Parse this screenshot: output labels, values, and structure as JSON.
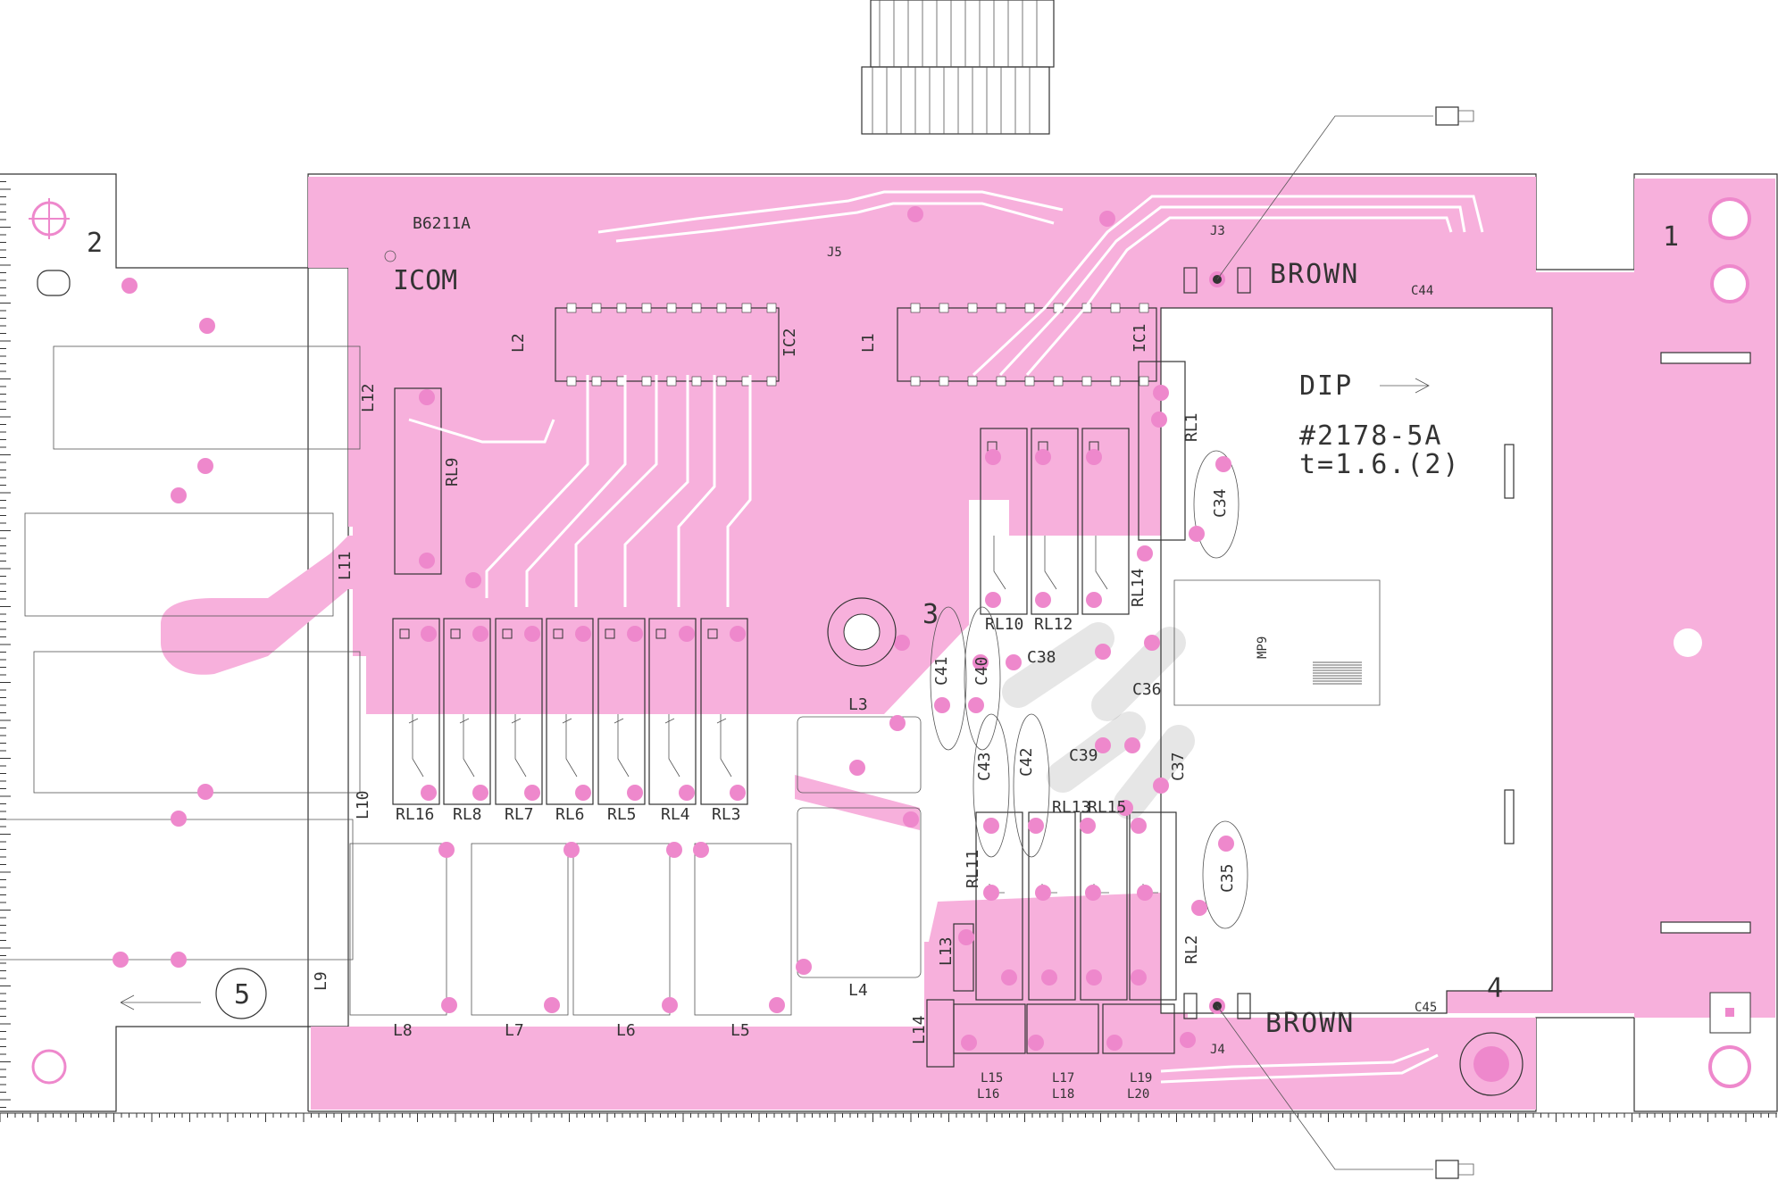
{
  "board": {
    "code": "B6211A",
    "brand": "ICOM",
    "dip_label": "DIP",
    "part_no": "#2178-5A",
    "thickness": "t=1.6.(2)",
    "colors": {
      "copper": "#f7b0dc",
      "pad": "#ee88cc",
      "outline": "#333333",
      "background": "#ffffff"
    }
  },
  "mounting_holes": [
    "1",
    "2",
    "3",
    "4",
    "5"
  ],
  "connectors": [
    {
      "ref": "J3",
      "wire_color": "BROWN"
    },
    {
      "ref": "J4",
      "wire_color": "BROWN"
    },
    {
      "ref": "J5"
    }
  ],
  "ics": [
    "IC1",
    "IC2"
  ],
  "relays": [
    "RL1",
    "RL2",
    "RL3",
    "RL4",
    "RL5",
    "RL6",
    "RL7",
    "RL8",
    "RL9",
    "RL10",
    "RL11",
    "RL12",
    "RL13",
    "RL14",
    "RL15",
    "RL16"
  ],
  "inductors": [
    "L1",
    "L2",
    "L3",
    "L4",
    "L5",
    "L6",
    "L7",
    "L8",
    "L9",
    "L10",
    "L11",
    "L12",
    "L13",
    "L14",
    "L15",
    "L16",
    "L17",
    "L18",
    "L19",
    "L20"
  ],
  "capacitors_large": [
    "C34",
    "C35",
    "C36",
    "C37",
    "C38",
    "C39",
    "C40",
    "C41",
    "C42",
    "C43",
    "C44",
    "C45"
  ],
  "other_parts": [
    "MP9"
  ]
}
